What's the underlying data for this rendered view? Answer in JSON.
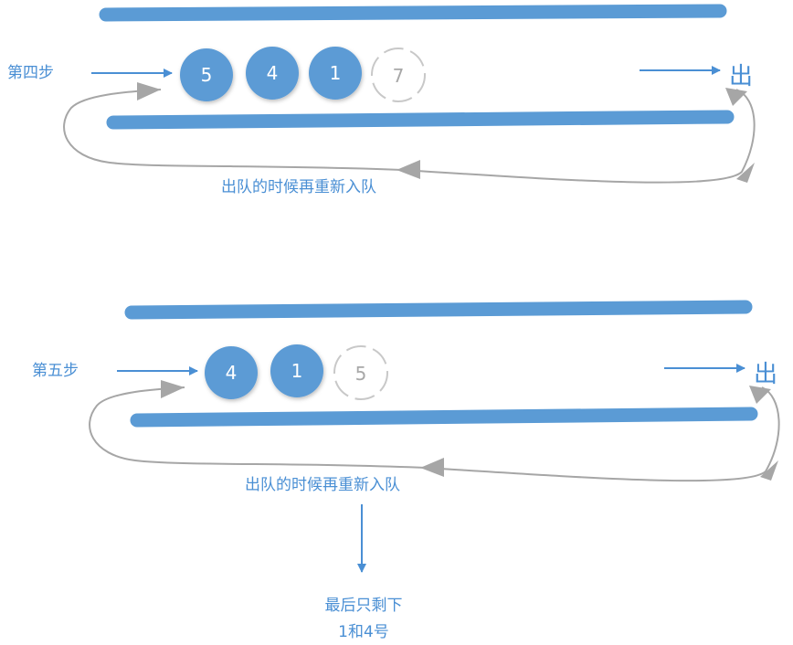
{
  "steps": [
    {
      "label": "第四步",
      "balls": [
        "5",
        "4",
        "1"
      ],
      "ghost": "7",
      "out_label": "出",
      "loop_label": "出队的时候再重新入队"
    },
    {
      "label": "第五步",
      "balls": [
        "4",
        "1"
      ],
      "ghost": "5",
      "out_label": "出",
      "loop_label": "出队的时候再重新入队"
    }
  ],
  "result": {
    "line1": "最后只剩下",
    "line2": "1和4号"
  },
  "colors": {
    "bar": "#5b9bd5",
    "ball": "#5b9bd5",
    "arrow": "#4a8fd4",
    "loop": "#a6a6a6",
    "ghost": "#c8c8c8"
  }
}
